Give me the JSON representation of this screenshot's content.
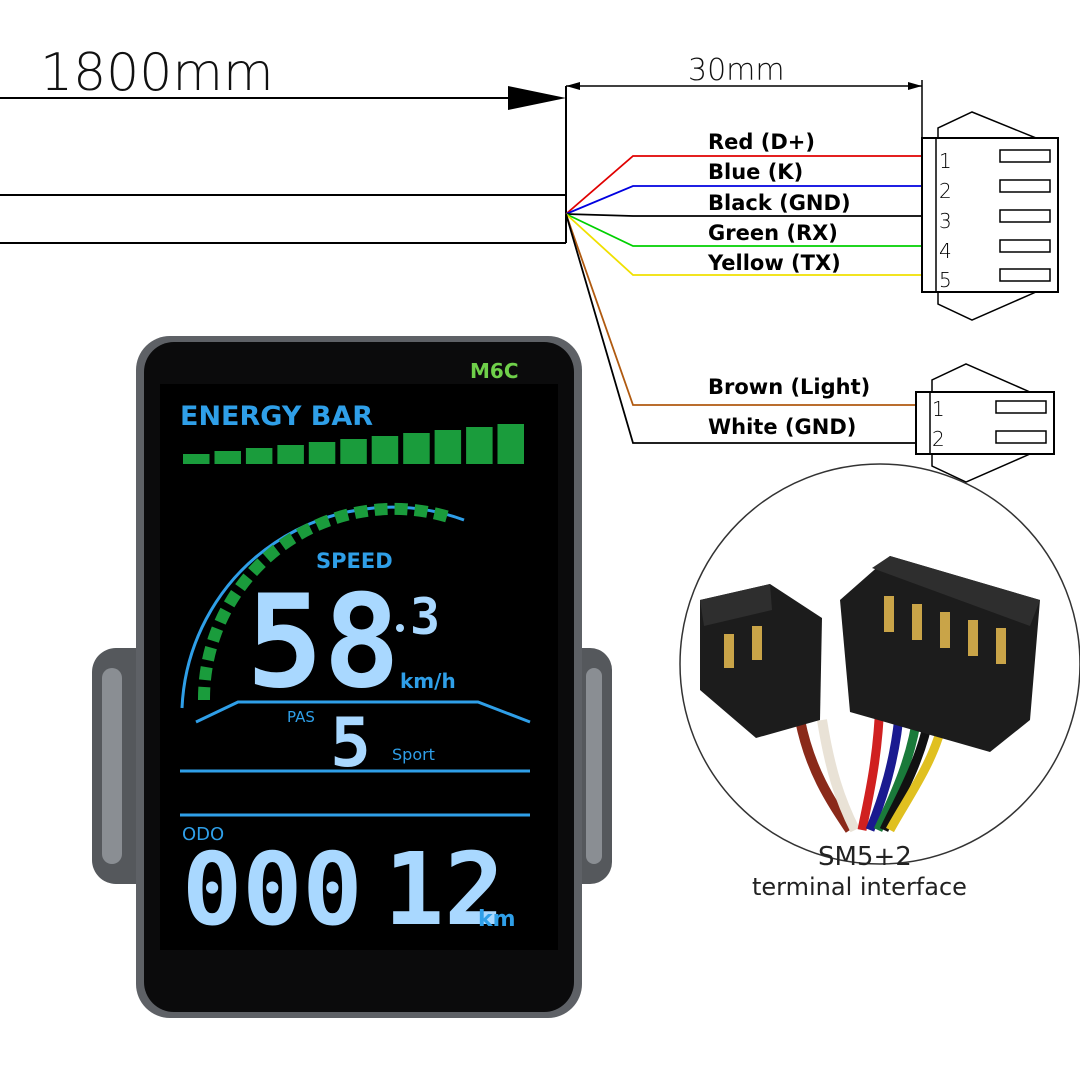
{
  "cable": {
    "length_label": "1800mm",
    "stub_label": "30mm"
  },
  "connector_5pin": {
    "wires": [
      {
        "label": "Red  (D+)",
        "pin": "1",
        "color": "#e00000"
      },
      {
        "label": "Blue  (K)",
        "pin": "2",
        "color": "#0000e0"
      },
      {
        "label": "Black  (GND)",
        "pin": "3",
        "color": "#000000"
      },
      {
        "label": "Green  (RX)",
        "pin": "4",
        "color": "#00d000"
      },
      {
        "label": "Yellow  (TX)",
        "pin": "5",
        "color": "#f0e000"
      }
    ]
  },
  "connector_2pin": {
    "wires": [
      {
        "label": "Brown  (Light)",
        "pin": "1",
        "color": "#b05a10"
      },
      {
        "label": "White  (GND)",
        "pin": "2",
        "color": "#000000"
      }
    ]
  },
  "display": {
    "model": "M6C",
    "energy_label": "ENERGY BAR",
    "speed_label": "SPEED",
    "speed_int": "58",
    "speed_dec": "3",
    "speed_unit": "km/h",
    "pas_label": "PAS",
    "pas_value": "5",
    "mode": "Sport",
    "odo_label": "ODO",
    "odo_value_a": "000",
    "odo_value_b": "12",
    "odo_unit": "km",
    "energy_level": 11,
    "energy_segments": 11
  },
  "caption": {
    "line1": "SM5+2",
    "line2": "terminal interface"
  },
  "colors": {
    "lcd_green": "#1a9c3c",
    "lcd_blue": "#2f9fe8",
    "lcd_light_blue": "#a9d8ff",
    "model_green": "#6fd04a"
  }
}
